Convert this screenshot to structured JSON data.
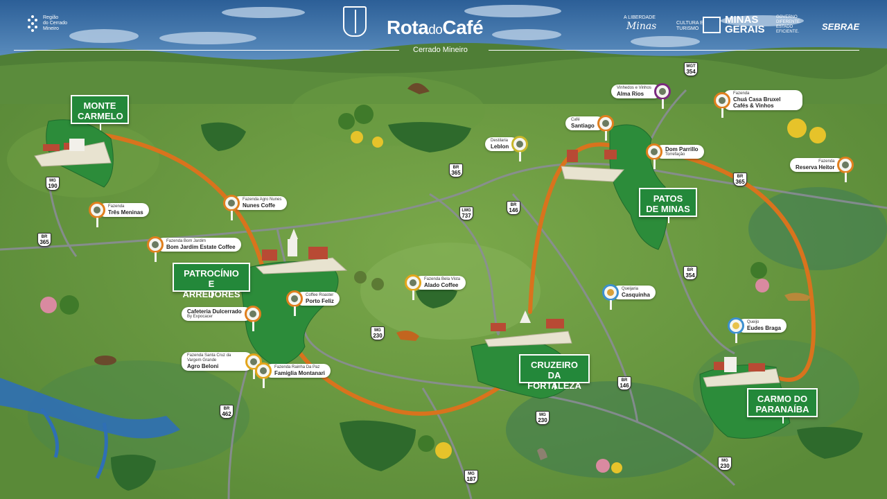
{
  "header": {
    "title_main_1": "Rota",
    "title_do": "do",
    "title_main_2": "Café",
    "subtitle": "Cerrado Mineiro",
    "logo_left": [
      "Região",
      "do Cerrado",
      "Mineiro"
    ],
    "logo_liberdade": "A LIBERDADE",
    "logo_minas_script": "Minas",
    "logo_cultura": [
      "CULTURA E",
      "TURISMO"
    ],
    "logo_minas_gerais": [
      "MINAS",
      "GERAIS"
    ],
    "logo_governo": [
      "GOVERNO",
      "DIFERENTE.",
      "ESTADO",
      "EFICIENTE."
    ],
    "logo_sebrae": "SEBRAE"
  },
  "cities": [
    {
      "name": "MONTE\nCARMELO"
    },
    {
      "name": "PATROCÍNIO\nE ARREDORES"
    },
    {
      "name": "CRUZEIRO DA\nFORTALEZA"
    },
    {
      "name": "PATOS\nDE MINAS"
    },
    {
      "name": "CARMO DO\nPARANAÍBA"
    }
  ],
  "pois": [
    {
      "small": "Fazenda",
      "main": "Três Meninas",
      "color": "#e07f1e"
    },
    {
      "small": "Fazenda Agro Nunes",
      "main": "Nunes Coffe",
      "color": "#e07f1e"
    },
    {
      "small": "Fazenda Bom Jardim",
      "main": "Bom Jardim Estate Coffee",
      "color": "#e07f1e"
    },
    {
      "small": "Coffee Roaster",
      "main": "Porto Feliz",
      "color": "#e07f1e"
    },
    {
      "small": "",
      "main": "Cafeteria Dulcerrado",
      "small2": "By Expocacer",
      "color": "#e07f1e"
    },
    {
      "small": "Fazenda Santa Cruz da Vargem Grande",
      "main": "Agro Beloni",
      "color": "#e3a51c"
    },
    {
      "small": "Fazenda Rainha Da Paz",
      "main": "Famiglia Montanari",
      "color": "#e3a51c"
    },
    {
      "small": "Fazenda Bela Vista",
      "main": "Alado Coffee",
      "color": "#e3a51c"
    },
    {
      "small": "Destilaria",
      "main": "Leblon",
      "color": "#c8b72a"
    },
    {
      "small": "Café",
      "main": "Santiago",
      "color": "#e07f1e"
    },
    {
      "small": "Vinhedos e Vinhos",
      "main": "Alma Rios",
      "color": "#7b2a7e"
    },
    {
      "small": "Fazenda",
      "main": "Chuá Casa Bruxel Cafés & Vinhos",
      "color": "#e07f1e"
    },
    {
      "small": "",
      "main": "Dom Parrillo",
      "small2": "Torrefação",
      "color": "#e07f1e"
    },
    {
      "small": "Fazenda",
      "main": "Reserva Heitor",
      "color": "#e07f1e"
    },
    {
      "small": "Queijaria",
      "main": "Casquinha",
      "color": "#3c8fd0"
    },
    {
      "small": "Queijo",
      "main": "Eudes Braga",
      "color": "#3c8fd0"
    }
  ],
  "roads": [
    {
      "a": "MG",
      "n": "190"
    },
    {
      "a": "BR",
      "n": "365"
    },
    {
      "a": "BR",
      "n": "365"
    },
    {
      "a": "LMG",
      "n": "737"
    },
    {
      "a": "BR",
      "n": "146"
    },
    {
      "a": "MGT",
      "n": "354"
    },
    {
      "a": "BR",
      "n": "365"
    },
    {
      "a": "BR",
      "n": "354"
    },
    {
      "a": "MG",
      "n": "230"
    },
    {
      "a": "BR",
      "n": "146"
    },
    {
      "a": "BR",
      "n": "462"
    },
    {
      "a": "MG",
      "n": "230"
    },
    {
      "a": "MG",
      "n": "187"
    },
    {
      "a": "MG",
      "n": "230"
    }
  ]
}
